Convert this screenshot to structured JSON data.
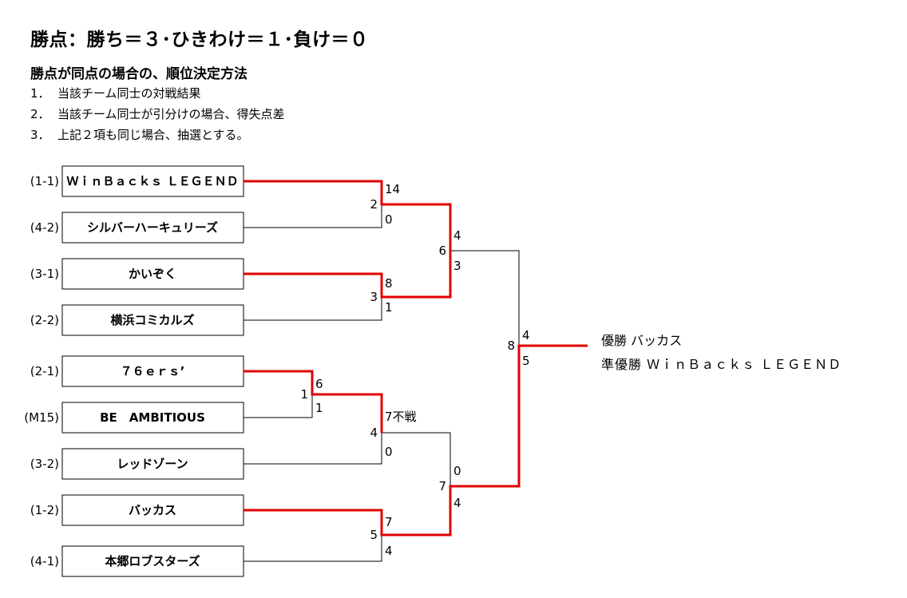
{
  "header": {
    "title": "勝点：勝ち＝３･ひきわけ＝１･負け＝０",
    "subtitle": "勝点が同点の場合の、順位決定方法",
    "rules": [
      {
        "num": "1．",
        "text": "当該チーム同士の対戦結果"
      },
      {
        "num": "2．",
        "text": "当該チーム同士が引分けの場合、得失点差"
      },
      {
        "num": "3．",
        "text": "上記２項も同じ場合、抽選とする。"
      }
    ]
  },
  "colors": {
    "winner_line": "#e00000",
    "line": "#000000"
  },
  "teams": [
    {
      "seed": "(1-1)",
      "name": "ＷｉｎＢａｃｋｓ ＬＥＧＥＮＤ"
    },
    {
      "seed": "(4-2)",
      "name": "シルバーハーキュリーズ"
    },
    {
      "seed": "(3-1)",
      "name": "かいぞく"
    },
    {
      "seed": "(2-2)",
      "name": "横浜コミカルズ"
    },
    {
      "seed": "(2-1)",
      "name": "７６ｅｒｓ’"
    },
    {
      "seed": "(M15)",
      "name": "BE　AMBITIOUS"
    },
    {
      "seed": "(3-2)",
      "name": "レッドゾーン"
    },
    {
      "seed": "(1-2)",
      "name": "バッカス"
    },
    {
      "seed": "(4-1)",
      "name": "本郷ロブスターズ"
    }
  ],
  "matches": [
    {
      "id": "1",
      "top_score": "6",
      "bottom_score": "1"
    },
    {
      "id": "2",
      "top_score": "14",
      "bottom_score": "0"
    },
    {
      "id": "3",
      "top_score": "8",
      "bottom_score": "1"
    },
    {
      "id": "4",
      "top_score": "7不戦",
      "bottom_score": "0"
    },
    {
      "id": "5",
      "top_score": "7",
      "bottom_score": "4"
    },
    {
      "id": "6",
      "top_score": "4",
      "bottom_score": "3"
    },
    {
      "id": "7",
      "top_score": "0",
      "bottom_score": "4"
    },
    {
      "id": "8",
      "top_score": "4",
      "bottom_score": "5"
    }
  ],
  "results": {
    "champion": "優勝 バッカス",
    "runner_up": "準優勝 ＷｉｎＢａｃｋｓ ＬＥＧＥＮＤ"
  }
}
